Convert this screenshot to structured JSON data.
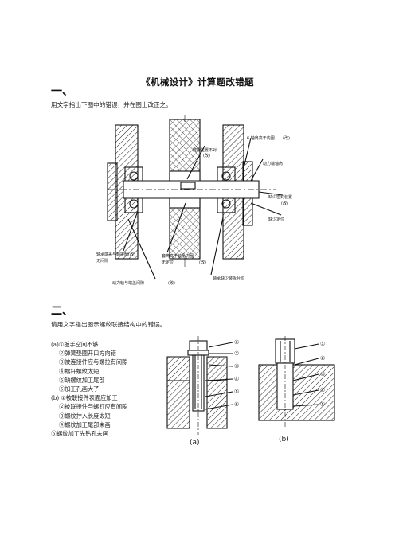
{
  "doc": {
    "title": "《机械设计》计算题改错题",
    "sections": [
      {
        "heading": "一、",
        "instruction": "用文字指出下图中的错误，并在图上改正之。",
        "figure_labels": {
          "top_center_a": "键槽位置不对",
          "top_center_b": "(改)",
          "top_right_a": "6.轴肩高于内圈",
          "top_right_b": "(改)",
          "right_1": "动力端轴肩",
          "right_2": "缺少密封装置",
          "right_3": "(改)",
          "right_4": "缺少定位",
          "bottom_left_a": "轴承端盖与轴接触(改)",
          "bottom_left_b": "无间隙",
          "bottom_center": "套筒高于轴承内圈",
          "bottom_center_b": "无定位",
          "bottom_center_c": "(改)",
          "bottom_mid": "动力轴与端盖间隙",
          "bottom_mid_b": "(改)",
          "bottom_right": "轴承缺少装拆台阶"
        }
      },
      {
        "heading": "二、",
        "instruction": "请用文字指出图示螺纹联接结构中的错误。",
        "items": [
          "(a)①扳手空间不够",
          "②弹簧垫圈开口方向错",
          "③被连接件应与螺拉有间隙",
          "④螺杆螺纹太短",
          "⑤缺螺纹加工尾部",
          "⑥加工孔画大了",
          "(b) ①被联接件表面应加工",
          "②被联接件与螺钉应有间隙",
          "③螺纹拧入长度太短",
          "④螺纹加工尾部未画",
          "⑤螺纹加工先钻孔未画"
        ],
        "figure_labels": {
          "a": "(a)",
          "b": "(b)",
          "a_nums": [
            "①",
            "②",
            "③",
            "④",
            "⑤",
            "⑥"
          ],
          "b_nums": [
            "①",
            "②",
            "③",
            "④",
            "⑤"
          ]
        }
      }
    ]
  }
}
